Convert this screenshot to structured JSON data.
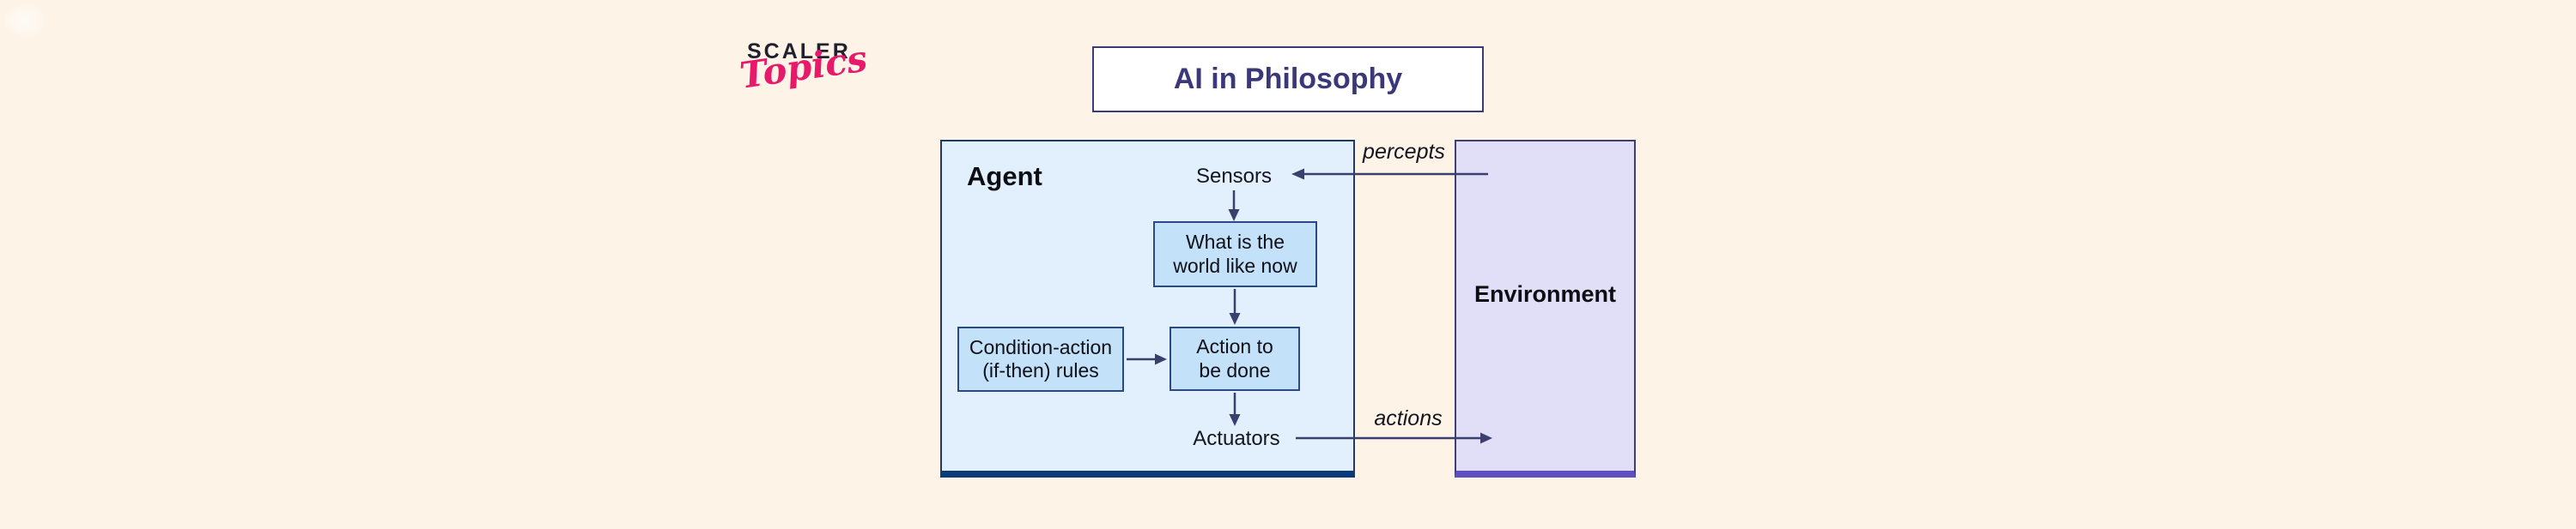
{
  "page": {
    "background": "#fdf3e6"
  },
  "logo": {
    "brand": "SCALER",
    "sub": "Topics",
    "brand_color": "#20202e",
    "sub_color": "#e8196b"
  },
  "title": {
    "text": "AI in Philosophy",
    "color": "#3a3878",
    "border_color": "#3d3a7c"
  },
  "diagram": {
    "agent": {
      "label": "Agent",
      "fill": "#e1f0fc",
      "border": "#1f3a66",
      "bottom_bar": "#0a3c7c"
    },
    "environment": {
      "label": "Environment",
      "fill": "#e1def8",
      "border": "#413d72",
      "bottom_bar": "#5e50c4"
    },
    "inner_box": {
      "fill": "#c3e1f8",
      "border": "#2a4a85"
    },
    "arrow_color": "#39406e",
    "nodes": {
      "sensors": "Sensors",
      "world": "What is the\nworld like now",
      "rules": "Condition-action\n(if-then) rules",
      "action": "Action to\nbe done",
      "actuators": "Actuators"
    },
    "edges": {
      "percepts": "percepts",
      "actions": "actions"
    }
  }
}
